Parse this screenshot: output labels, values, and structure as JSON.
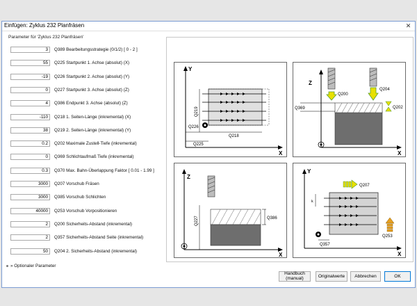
{
  "window": {
    "title": "Einfügen: Zyklus 232 Planfräsen",
    "close_glyph": "✕"
  },
  "params_caption": "Parameter für 'Zyklus 232 Planfräsen'",
  "params": [
    {
      "value": "3",
      "label": "Q389 Bearbeitungsstrategie (0/1/2)  [ 0 - 2 ]"
    },
    {
      "value": "55",
      "label": "Q225 Startpunkt 1. Achse (absolut) (X)"
    },
    {
      "value": "-19",
      "label": "Q226 Startpunkt 2. Achse (absolut) (Y)"
    },
    {
      "value": "0",
      "label": "Q227 Startpunkt 3. Achse (absolut) (Z)"
    },
    {
      "value": "4",
      "label": "Q386 Endpunkt 3. Achse (absolut) (Z)"
    },
    {
      "value": "-110",
      "label": "Q218 1. Seiten-Länge (inkremental) (X)"
    },
    {
      "value": "38",
      "label": "Q219 2. Seiten-Länge (inkremental) (Y)"
    },
    {
      "value": "0.2",
      "label": "Q202 Maximale Zustell-Tiefe (inkremental)"
    },
    {
      "value": "0",
      "label": "Q369 Schlichtaufmaß Tiefe (inkremental)"
    },
    {
      "value": "0.3",
      "label": "Q370 Max. Bahn-Überlappung Faktor  [ 0.01 - 1.99 ]"
    },
    {
      "value": "3000",
      "label": "Q207 Vorschub Fräsen"
    },
    {
      "value": "3000",
      "label": "Q385 Vorschub Schlichten"
    },
    {
      "value": "40000",
      "label": "Q253 Vorschub Vorpositionieren"
    },
    {
      "value": "2",
      "label": "Q200 Sicherheits-Abstand (inkremental)"
    },
    {
      "value": "2",
      "label": "Q357 Sicherheits-Abstand Seite (inkremental)"
    },
    {
      "value": "50",
      "label": "Q204 2. Sicherheits-Abstand (inkremental)"
    }
  ],
  "optional_label": "»  Optionaler Parameter",
  "buttons": {
    "handbuch_line1": "Handbuch",
    "handbuch_line2": "(manual)",
    "originalwerte": "Originalwerte",
    "abbrechen": "Abbrechen",
    "ok": "OK"
  },
  "diagram_labels": {
    "x": "X",
    "y": "Y",
    "z": "Z",
    "q219": "Q219",
    "q226": "Q226",
    "q225": "Q225",
    "q218": "Q218",
    "q200": "Q200",
    "q204": "Q204",
    "q202": "Q202",
    "q369": "Q369",
    "q227": "Q227",
    "q386": "Q386",
    "q207": "Q207",
    "q253": "Q253",
    "q357": "Q357",
    "k": "k"
  },
  "colors": {
    "accent": "#0078d7",
    "arrow_yellow": "#e8e000",
    "arrow_green": "#5a9e2f",
    "orange_arrow": "#e6a020"
  }
}
